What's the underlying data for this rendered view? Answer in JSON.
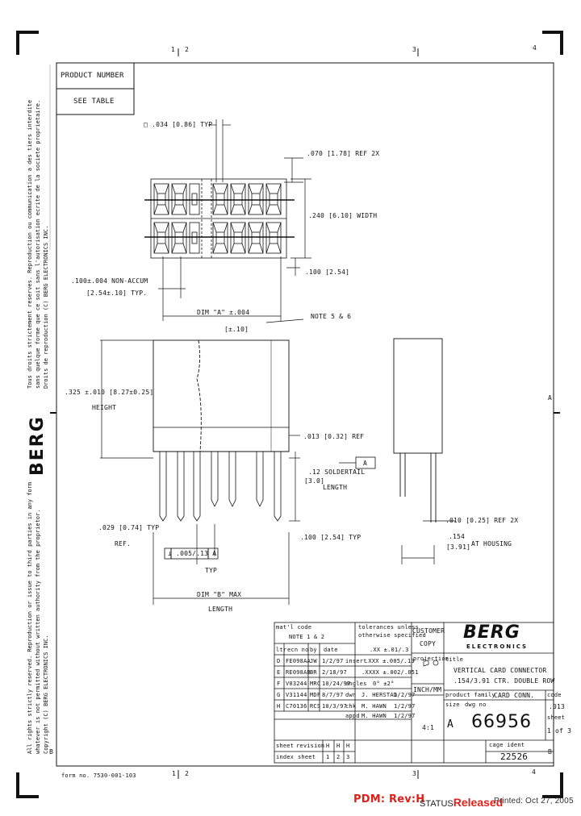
{
  "border": {
    "top_zones": [
      "1",
      "2",
      "3",
      "4"
    ],
    "bottom_zones": [
      "1",
      "2",
      "3",
      "4"
    ],
    "right_zones": [
      "A",
      "B"
    ],
    "left_zones": [
      "B"
    ]
  },
  "product": {
    "header": "PRODUCT NUMBER",
    "value": "SEE TABLE"
  },
  "left_notices": {
    "french": [
      "Tous droits strictement reserves. Reproduction ou communication a des tiers interdite",
      "sans quelque forme que ce soit sans l'autorisation ecrite de la societe proprietaire.",
      "Droits de reproduction (C) BERG ELECTRONICS INC."
    ],
    "english": [
      "All rights strictly reserved. Reproduction or issue to third parties in any form",
      "whatever is not permitted without written authority from the proprietor.",
      "Copyright (C) BERG ELECTRONICS INC."
    ],
    "logo": "BERG"
  },
  "dims": {
    "d1": ".034 [0.86] TYP",
    "d2": ".070 [1.78] REF 2X",
    "d3": ".240 [6.10] WIDTH",
    "d4": ".100 [2.54]",
    "d5a": ".100±.004 NON-ACCUM",
    "d5b": "[2.54±.10] TYP.",
    "d6a": "DIM \"A\" ±.004",
    "d6b": "[±.10]",
    "d7": "NOTE 5 & 6",
    "d8a": ".325 ±.010 [8.27±0.25]",
    "d8b": "HEIGHT",
    "d9": ".013 [0.32] REF",
    "d10": "A",
    "d11a": ".12 SOLDERTAIL",
    "d11b": "[3.0]",
    "d11c": "LENGTH",
    "d12a": ".029 [0.74] TYP",
    "d12b": "REF.",
    "d13": ".100 [2.54] TYP",
    "d14": ".005/.13",
    "d14b": "A",
    "d15": "TYP",
    "d16a": "DIM \"B\" MAX",
    "d16b": "LENGTH",
    "d17": ".010 [0.25] REF 2X",
    "d18a": ".154",
    "d18b": "[3.91]",
    "d18c": "AT HOUSING"
  },
  "title_block": {
    "mat_code": "mat'l code",
    "notes": "NOTE 1 & 2",
    "tol_head": "tolerances unless",
    "tol_head2": "otherwise specified",
    "rev_head": [
      "ltr",
      "ecn no",
      "by",
      "date"
    ],
    "revisions": [
      {
        "ltr": "D",
        "ecn": "FE098AA",
        "by": "JW",
        "date": "1/2/97"
      },
      {
        "ltr": "E",
        "ecn": "RE098AB",
        "by": "BR",
        "date": "2/18/97"
      },
      {
        "ltr": "F",
        "ecn": "V03244",
        "by": "MRC",
        "date": "10/24/97"
      },
      {
        "ltr": "G",
        "ecn": "V31144",
        "by": "MDF",
        "date": "8/7/97"
      },
      {
        "ltr": "H",
        "ecn": "C70136",
        "by": "RCS",
        "date": "10/3/97"
      }
    ],
    "tolerances": [
      ".XX ±.01/.3",
      ".XXX ±.005/.13",
      ".XXXX ±.002/.051",
      "0° ±2°"
    ],
    "inset_labels": [
      "insert",
      "projection",
      "angles",
      "dwn",
      "chk",
      "appd"
    ],
    "approvals": [
      {
        "role": "dwn",
        "name": "J. HERSTAD",
        "date": "1/2/97"
      },
      {
        "role": "chk",
        "name": "M. HAWN",
        "date": "1/2/97"
      },
      {
        "role": "appd",
        "name": "M. HAWN",
        "date": "1/2/97"
      }
    ],
    "customer_copy": [
      "CUSTOMER",
      "COPY"
    ],
    "inch_mm": "INCH/MM",
    "scale": "4:1",
    "company": "BERG",
    "company_sub": "ELECTRONICS",
    "title_label": "title",
    "title_line1": "VERTICAL CARD CONNECTOR",
    "title_line2": ".154/3.91 CTR. DOUBLE ROW",
    "product_family_label": "product family",
    "product_family": "CARD CONN.",
    "size_label": "size",
    "size": "A",
    "dwg_label": "dwg no",
    "dwg_no": "66956",
    "code_label": "code",
    "code": ".013",
    "sheet_label": "sheet",
    "sheet": "1 of 3",
    "sheet_row": [
      "sheet",
      "revision",
      "H",
      "H",
      "H"
    ],
    "index_row": [
      "index",
      "sheet",
      "1",
      "2",
      "3"
    ],
    "cage_label": "cage ident",
    "cage": "22526"
  },
  "footer": {
    "form_no": "form no. 7530-001-103",
    "pdm": "PDM: Rev:H",
    "status_label": "STATUS",
    "status": "Released",
    "printed": "Printed: Oct 27, 2005"
  }
}
